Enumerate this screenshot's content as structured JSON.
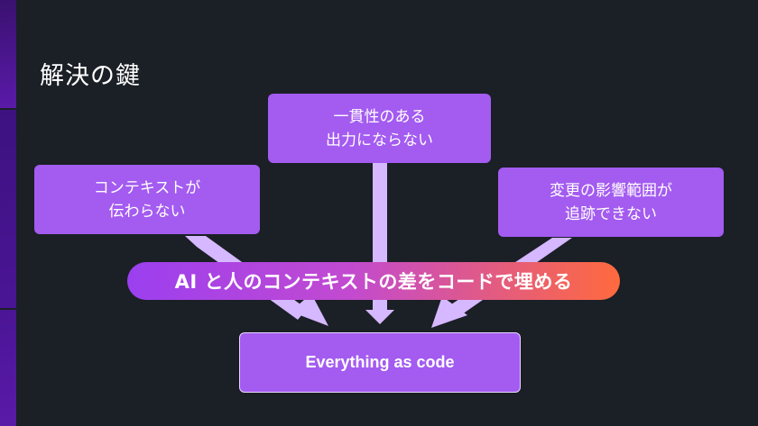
{
  "slide": {
    "title": "解決の鍵",
    "problems": {
      "left": "コンテキストが\n伝わらない",
      "top": "一貫性のある\n出力にならない",
      "right": "変更の影響範囲が\n追跡できない"
    },
    "banner": "AI と人のコンテキストの差をコードで埋める",
    "result": "Everything as code"
  },
  "colors": {
    "background": "#1b1f26",
    "box": "#a35bf0",
    "arrow": "#d5b8ff",
    "banner_start": "#9b3ff0",
    "banner_end": "#ff6a3d"
  }
}
